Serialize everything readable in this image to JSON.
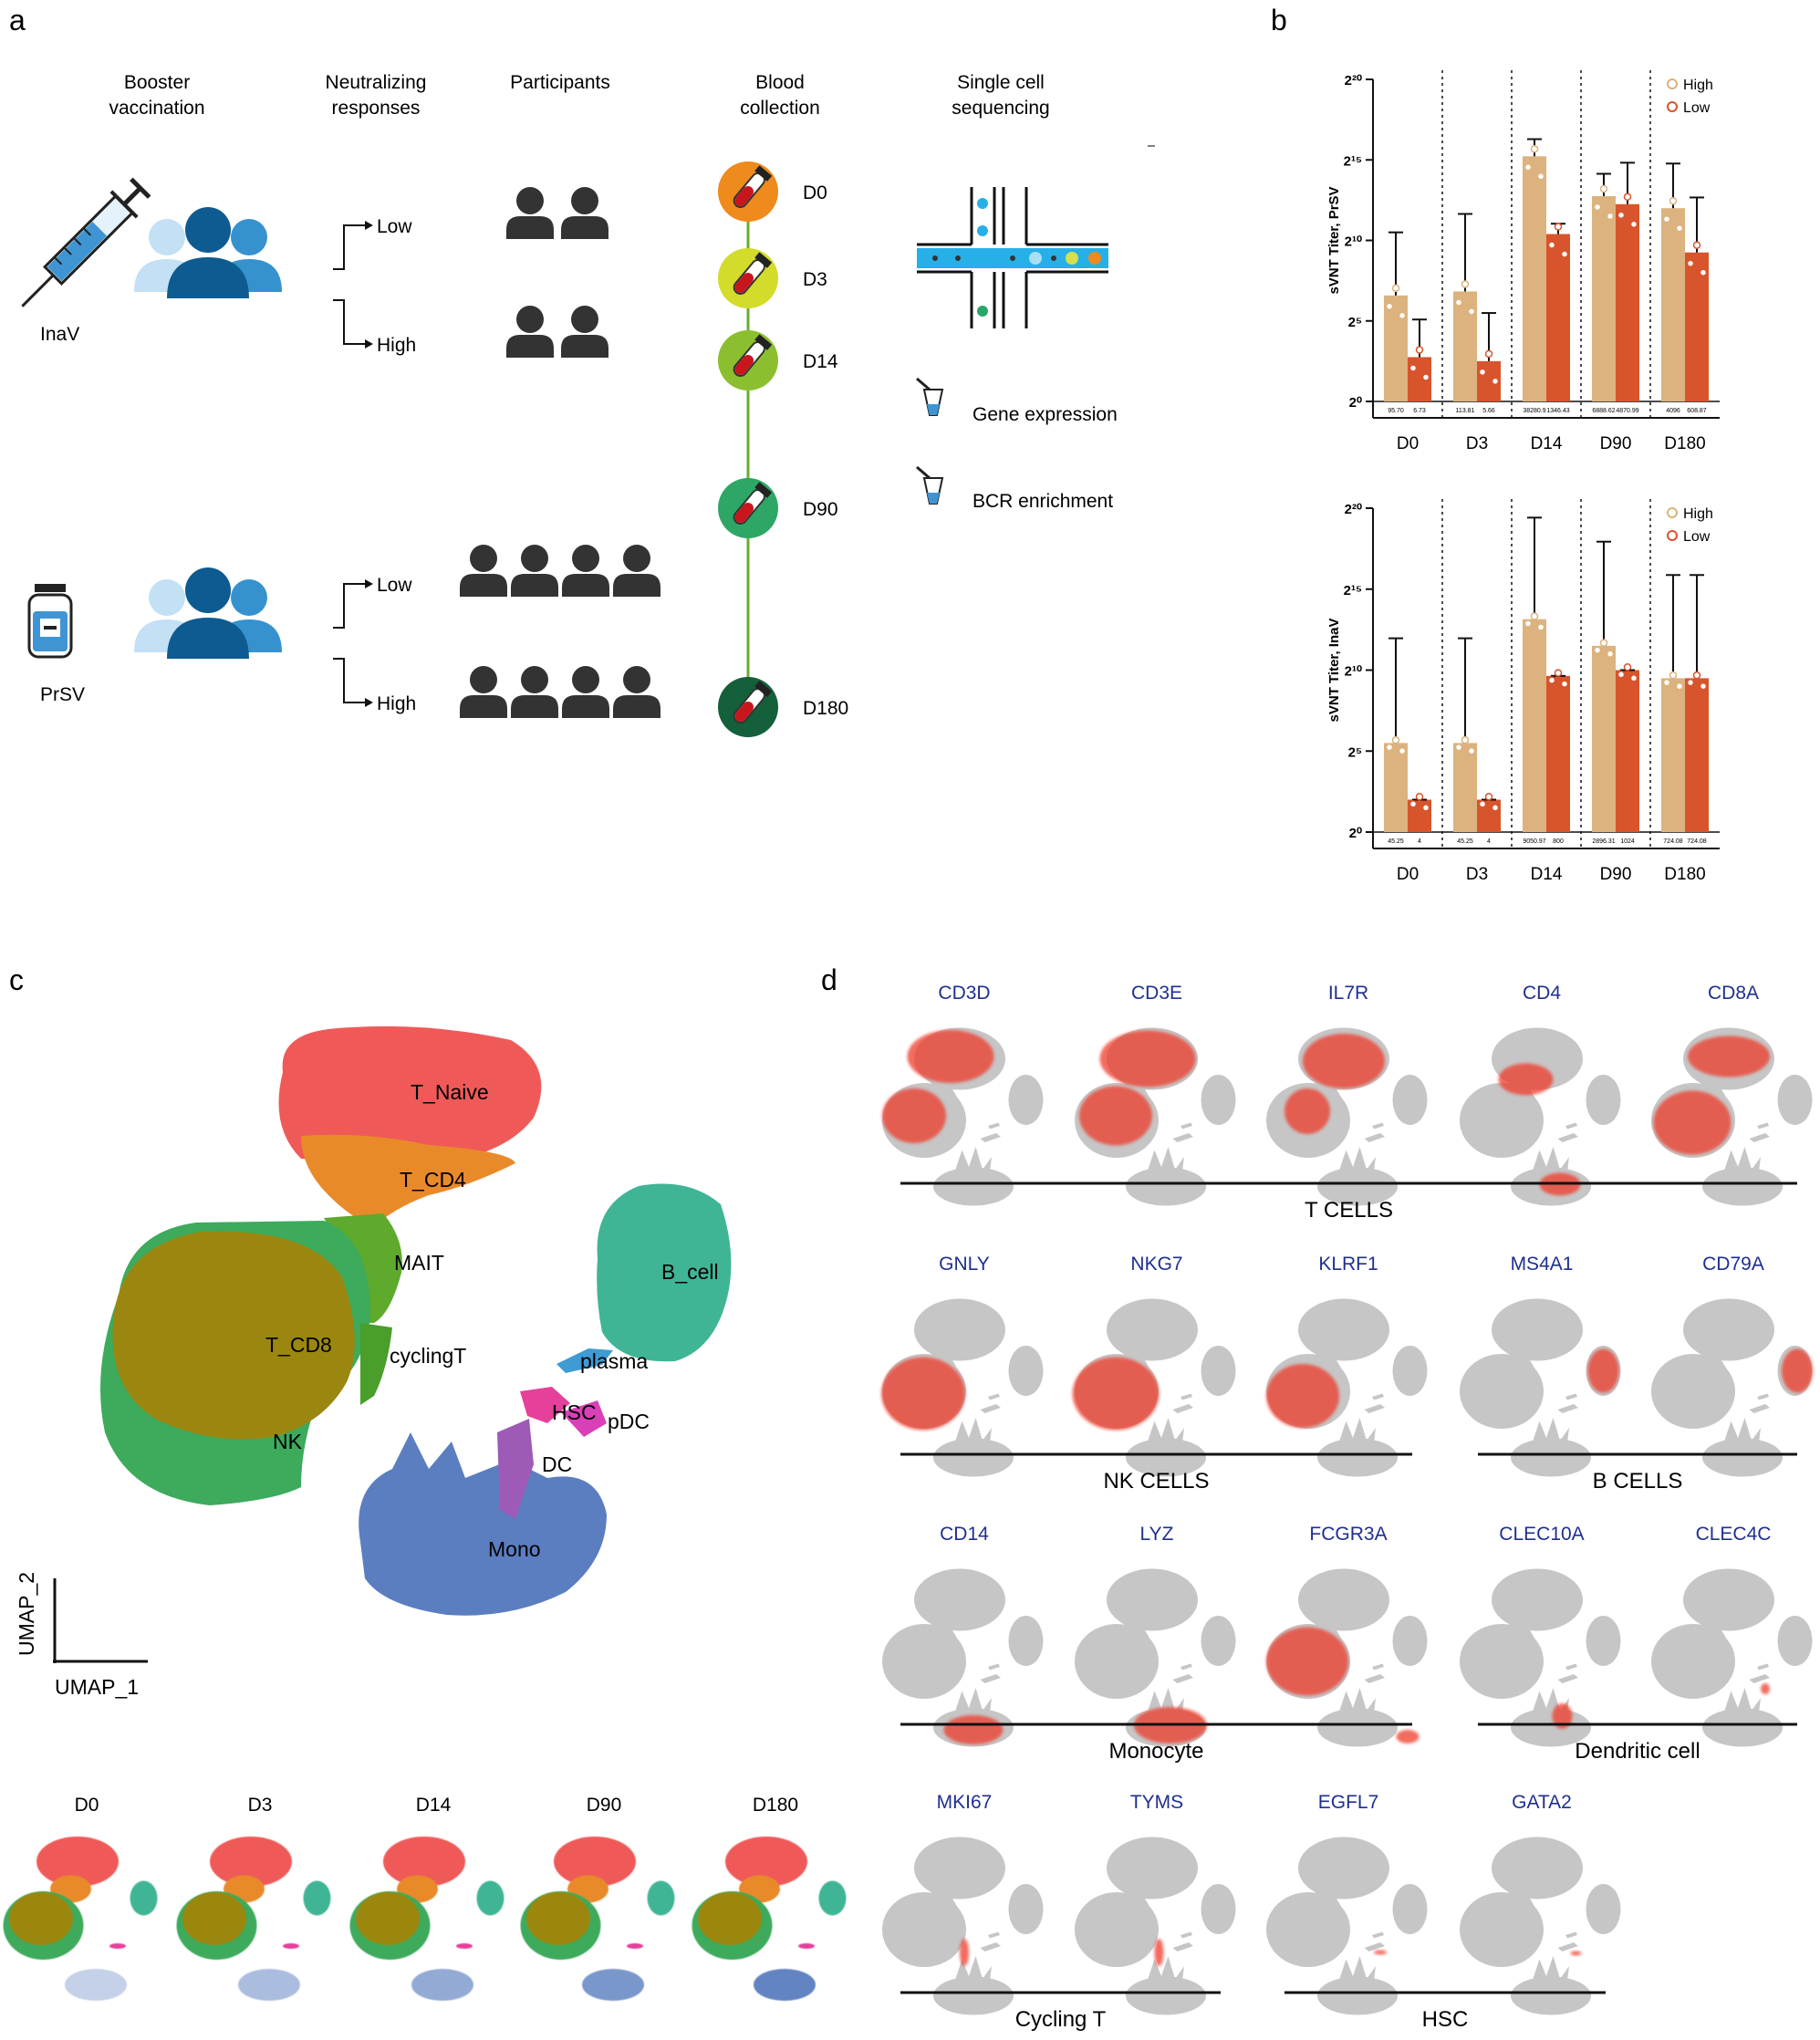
{
  "panel_letters": {
    "a": "a",
    "b": "b",
    "c": "c",
    "d": "d"
  },
  "panel_a": {
    "headers": [
      "Booster\nvaccination",
      "Neutralizing\nresponses",
      "Participants",
      "Blood\ncollection",
      "Single cell\nsequencing"
    ],
    "vaccines": [
      {
        "label": "InaV",
        "groups": [
          {
            "label": "Low",
            "participants": 2
          },
          {
            "label": "High",
            "participants": 2
          }
        ]
      },
      {
        "label": "PrSV",
        "groups": [
          {
            "label": "Low",
            "participants": 4
          },
          {
            "label": "High",
            "participants": 4
          }
        ]
      }
    ],
    "timepoints": [
      {
        "label": "D0",
        "color": "#ef8a1c"
      },
      {
        "label": "D3",
        "color": "#d3dc2a"
      },
      {
        "label": "D14",
        "color": "#8cbf30"
      },
      {
        "label": "D90",
        "color": "#2ea766"
      },
      {
        "label": "D180",
        "color": "#13603a"
      }
    ],
    "sequencing": [
      "Gene expression",
      "BCR enrichment"
    ]
  },
  "chart_data": [
    {
      "type": "bar",
      "panel": "b-top",
      "ylabel": "sVNT Titer, PrSV",
      "yscale": "log2",
      "ylim": [
        1,
        1048576
      ],
      "yticks": [
        "2⁰",
        "2⁵",
        "2¹⁰",
        "2¹⁵",
        "2²⁰"
      ],
      "categories": [
        "D0",
        "D3",
        "D14",
        "D90",
        "D180"
      ],
      "legend_position": "top-right",
      "series": [
        {
          "name": "High",
          "color": "#dcb27e",
          "values": [
            95.7,
            113.81,
            38280.9,
            6888.62,
            4096
          ],
          "labels": [
            "95.70",
            "113.81",
            "38280.9",
            "6888.62",
            "4096"
          ],
          "err_upper": [
            1448,
            3200,
            80000,
            18000,
            28000
          ]
        },
        {
          "name": "Low",
          "color": "#d8542c",
          "values": [
            6.73,
            5.66,
            1346.43,
            4870.99,
            608.87
          ],
          "labels": [
            "6.73",
            "5.66",
            "1346.43",
            "4870.99",
            "608.87"
          ],
          "err_upper": [
            34,
            45,
            2100,
            29000,
            6500
          ]
        }
      ]
    },
    {
      "type": "bar",
      "panel": "b-bottom",
      "ylabel": "sVNT Titer, InaV",
      "yscale": "log2",
      "ylim": [
        1,
        1048576
      ],
      "yticks": [
        "2⁰",
        "2⁵",
        "2¹⁰",
        "2¹⁵",
        "2²⁰"
      ],
      "categories": [
        "D0",
        "D3",
        "D14",
        "D90",
        "D180"
      ],
      "legend_position": "top-right",
      "series": [
        {
          "name": "High",
          "color": "#dcb27e",
          "values": [
            45.25,
            45.25,
            9050.97,
            2896.31,
            724.08
          ],
          "labels": [
            "45.25",
            "45.25",
            "9050.97",
            "2896.31",
            "724.08"
          ],
          "err_upper": [
            4000,
            4000,
            700000,
            250000,
            60000
          ]
        },
        {
          "name": "Low",
          "color": "#d8542c",
          "values": [
            4,
            4,
            800,
            1024,
            724.08
          ],
          "labels": [
            "4",
            "4",
            "800",
            "1024",
            "724.08"
          ],
          "err_upper": [
            4,
            4,
            800,
            1024,
            60000
          ]
        }
      ]
    }
  ],
  "panel_c": {
    "clusters": [
      {
        "label": "T_Naive",
        "color": "#ef5a58"
      },
      {
        "label": "T_CD4",
        "color": "#e98a2a"
      },
      {
        "label": "MAIT",
        "color": "#5daa2c"
      },
      {
        "label": "T_CD8",
        "color": "#9b8710"
      },
      {
        "label": "cyclingT",
        "color": "#4a9e2a"
      },
      {
        "label": "NK",
        "color": "#3daa5c"
      },
      {
        "label": "B_cell",
        "color": "#3fb596"
      },
      {
        "label": "plasma",
        "color": "#3e9bd3"
      },
      {
        "label": "HSC",
        "color": "#e5409a"
      },
      {
        "label": "pDC",
        "color": "#d940b7"
      },
      {
        "label": "DC",
        "color": "#9e5ab7"
      },
      {
        "label": "Mono",
        "color": "#5a7ec0"
      }
    ],
    "axis_x": "UMAP_1",
    "axis_y": "UMAP_2",
    "small_multiples": [
      "D0",
      "D3",
      "D14",
      "D90",
      "D180"
    ]
  },
  "panel_d": {
    "rows": [
      {
        "genes": [
          "CD3D",
          "CD3E",
          "IL7R",
          "CD4",
          "CD8A"
        ],
        "groups": [
          {
            "label": "T CELLS",
            "from": 0,
            "to": 4
          }
        ]
      },
      {
        "genes": [
          "GNLY",
          "NKG7",
          "KLRF1",
          "MS4A1",
          "CD79A"
        ],
        "groups": [
          {
            "label": "NK CELLS",
            "from": 0,
            "to": 2
          },
          {
            "label": "B CELLS",
            "from": 3,
            "to": 4
          }
        ]
      },
      {
        "genes": [
          "CD14",
          "LYZ",
          "FCGR3A",
          "CLEC10A",
          "CLEC4C"
        ],
        "groups": [
          {
            "label": "Monocyte",
            "from": 0,
            "to": 2
          },
          {
            "label": "Dendritic cell",
            "from": 3,
            "to": 4
          }
        ]
      },
      {
        "genes": [
          "MKI67",
          "TYMS",
          "EGFL7",
          "GATA2"
        ],
        "groups": [
          {
            "label": "Cycling T",
            "from": 0,
            "to": 1
          },
          {
            "label": "HSC",
            "from": 2,
            "to": 3
          }
        ]
      }
    ],
    "gene_label_color": "#1f2f8f",
    "expression_color": "#ef3a2c",
    "background_color": "#c6c6c6"
  }
}
